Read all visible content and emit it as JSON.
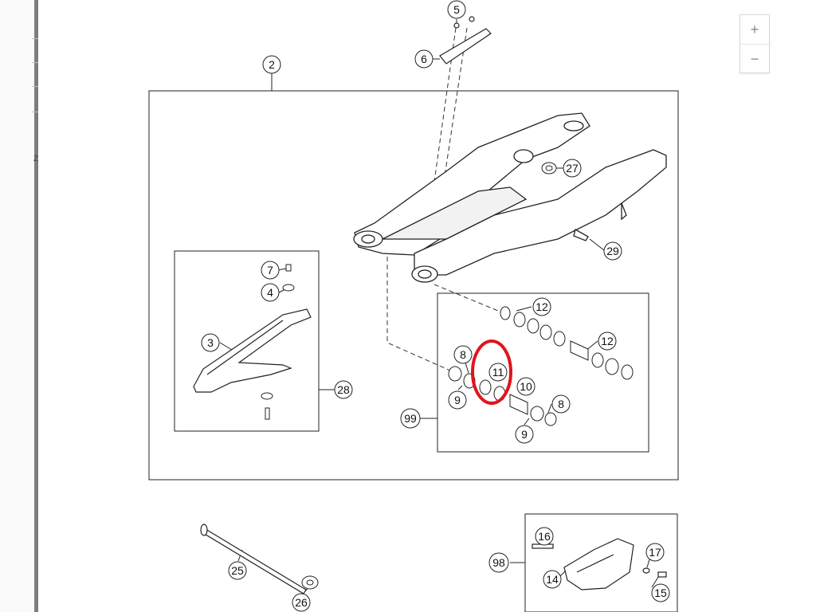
{
  "zoom": {
    "in_label": "+",
    "out_label": "−"
  },
  "left_rail_fragment": "Z",
  "callouts": [
    {
      "id": "c5",
      "label": "5"
    },
    {
      "id": "c6",
      "label": "6"
    },
    {
      "id": "c2",
      "label": "2"
    },
    {
      "id": "c27",
      "label": "27"
    },
    {
      "id": "c29",
      "label": "29"
    },
    {
      "id": "c7",
      "label": "7"
    },
    {
      "id": "c4",
      "label": "4"
    },
    {
      "id": "c3",
      "label": "3"
    },
    {
      "id": "c28",
      "label": "28"
    },
    {
      "id": "c12a",
      "label": "12"
    },
    {
      "id": "c12b",
      "label": "12"
    },
    {
      "id": "c8a",
      "label": "8"
    },
    {
      "id": "c11",
      "label": "11"
    },
    {
      "id": "c10",
      "label": "10"
    },
    {
      "id": "c9a",
      "label": "9"
    },
    {
      "id": "c8b",
      "label": "8"
    },
    {
      "id": "c99",
      "label": "99"
    },
    {
      "id": "c9b",
      "label": "9"
    },
    {
      "id": "c16",
      "label": "16"
    },
    {
      "id": "c17",
      "label": "17"
    },
    {
      "id": "c98",
      "label": "98"
    },
    {
      "id": "c14",
      "label": "14"
    },
    {
      "id": "c15",
      "label": "15"
    },
    {
      "id": "c25",
      "label": "25"
    },
    {
      "id": "c26",
      "label": "26"
    }
  ],
  "highlight": {
    "color": "#e0141e",
    "target": "11"
  }
}
